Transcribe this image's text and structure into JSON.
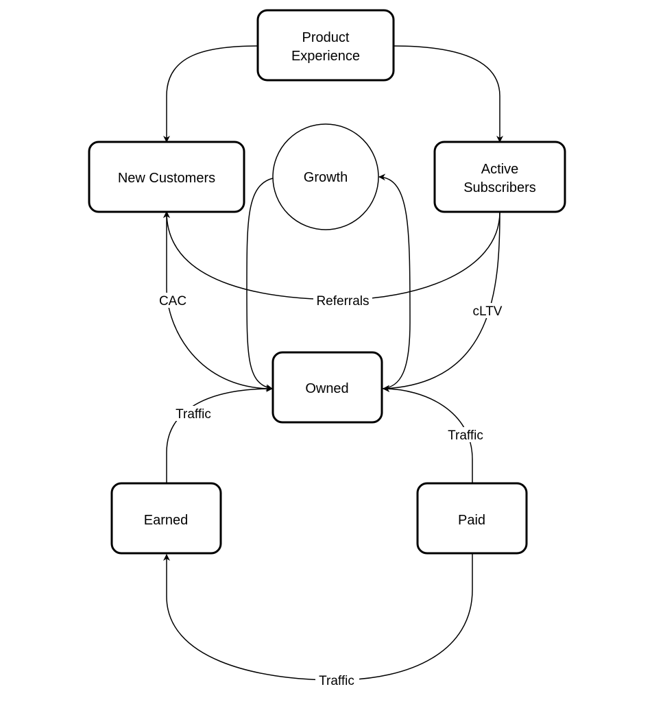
{
  "nodes": {
    "product_experience": {
      "line1": "Product",
      "line2": "Experience"
    },
    "new_customers": {
      "label": "New Customers"
    },
    "growth": {
      "label": "Growth"
    },
    "active_subscribers": {
      "line1": "Active",
      "line2": "Subscribers"
    },
    "owned": {
      "label": "Owned"
    },
    "earned": {
      "label": "Earned"
    },
    "paid": {
      "label": "Paid"
    }
  },
  "edges": {
    "cac": "CAC",
    "referrals": "Referrals",
    "cltv": "cLTV",
    "traffic_earned_owned": "Traffic",
    "traffic_paid_owned": "Traffic",
    "traffic_paid_earned": "Traffic"
  },
  "colors": {
    "stroke": "#000000",
    "fill": "#ffffff"
  }
}
